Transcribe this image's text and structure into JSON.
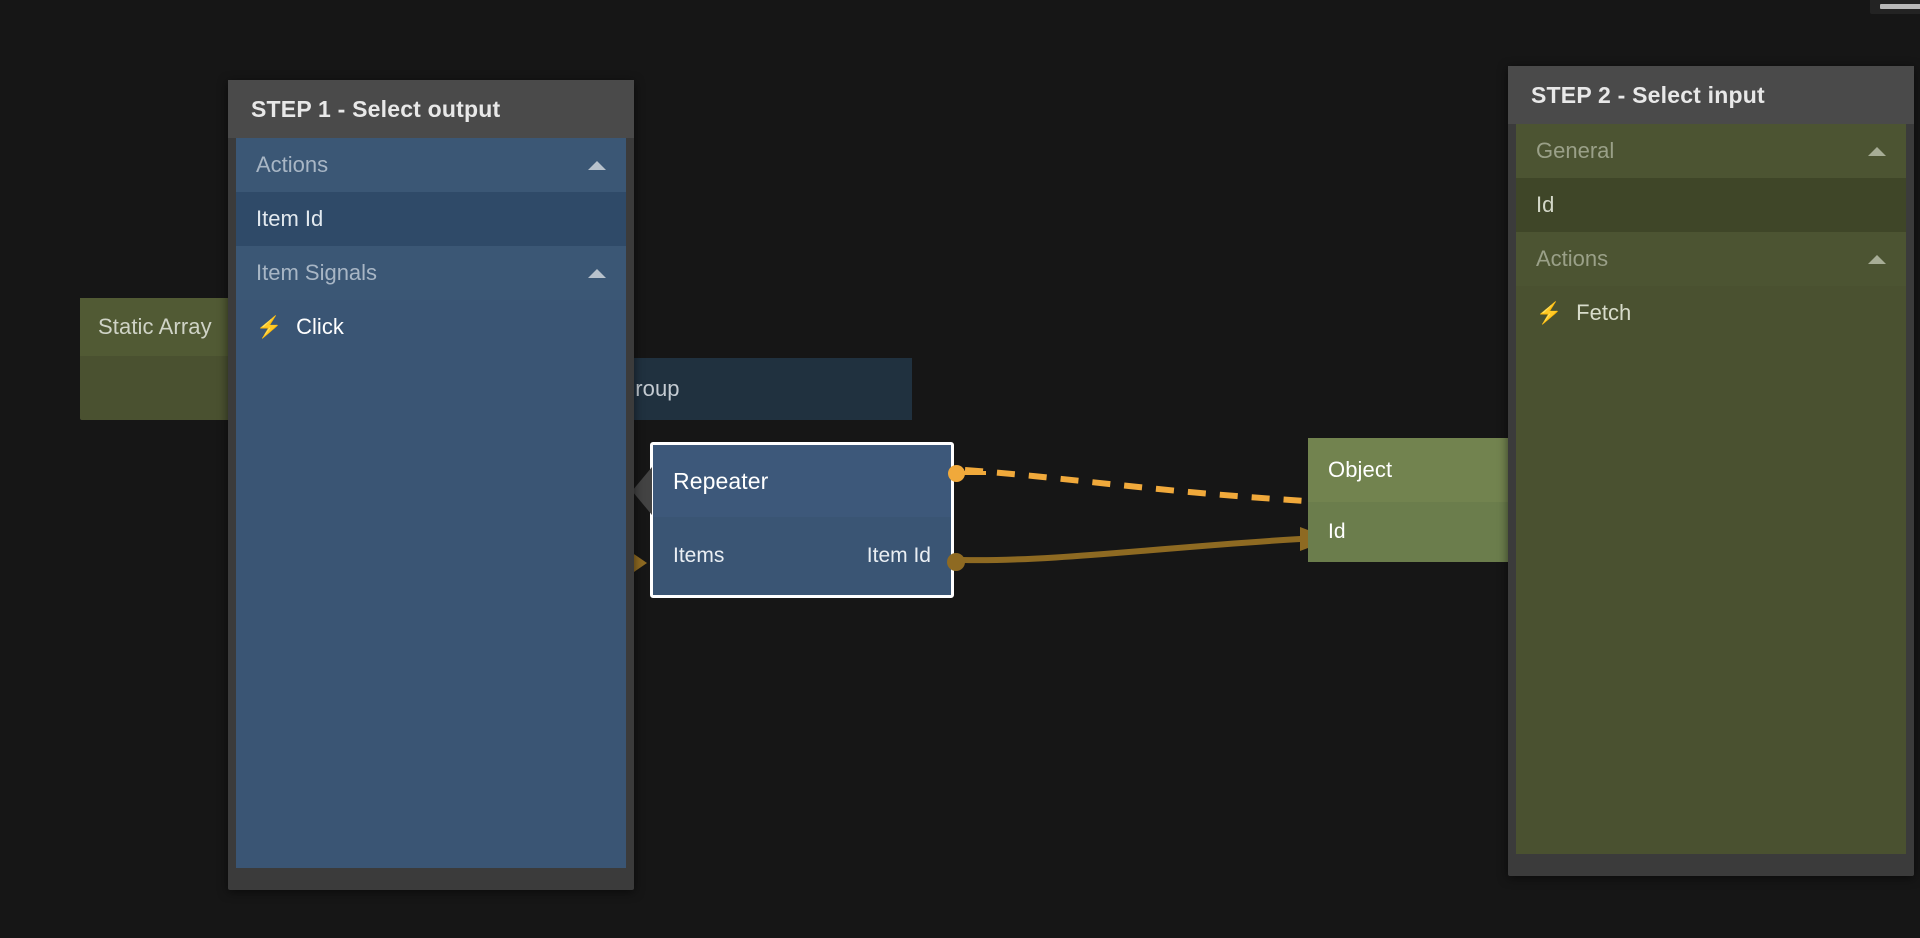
{
  "app": {
    "background": "#161616",
    "accent_orange": "#f0a93b",
    "accent_brown": "#8e6a22",
    "blue_node": "#3a5574",
    "green_node": "#6b7d4c",
    "panel_chrome": "#3b3b3b"
  },
  "top_widget": {
    "name": "window-control-strip"
  },
  "panels": {
    "step1": {
      "title": "STEP 1 - Select output",
      "rows": [
        {
          "label": "Actions",
          "kind": "group",
          "caret": "chevron-up-icon"
        },
        {
          "label": "Item Id",
          "kind": "item",
          "caret": ""
        },
        {
          "label": "Item Signals",
          "kind": "group",
          "caret": "chevron-up-icon"
        },
        {
          "label": "Click",
          "kind": "signal",
          "icon": "bolt-icon",
          "glyph": "⚡"
        }
      ]
    },
    "step2": {
      "title": "STEP 2 - Select input",
      "rows": [
        {
          "label": "General",
          "kind": "group",
          "caret": "chevron-up-icon"
        },
        {
          "label": "Id",
          "kind": "item",
          "caret": ""
        },
        {
          "label": "Actions",
          "kind": "group",
          "caret": "chevron-up-icon"
        },
        {
          "label": "Fetch",
          "kind": "signal",
          "icon": "bolt-icon",
          "glyph": "⚡"
        }
      ]
    }
  },
  "nodes": {
    "static_array": {
      "title": "Static Array"
    },
    "group": {
      "title": "Group"
    },
    "repeater": {
      "title": "Repeater",
      "input_port": "Items",
      "output_port": "Item Id"
    },
    "object": {
      "title": "Object",
      "input_port": "Id"
    }
  },
  "connections": [
    {
      "name": "signal-link",
      "from": "repeater.signal-out",
      "to": "object.signal-in",
      "style": "dashed",
      "color": "#f0a93b"
    },
    {
      "name": "data-link",
      "from": "repeater.Item Id",
      "to": "object.Id",
      "style": "solid",
      "color": "#8e6a22"
    }
  ]
}
